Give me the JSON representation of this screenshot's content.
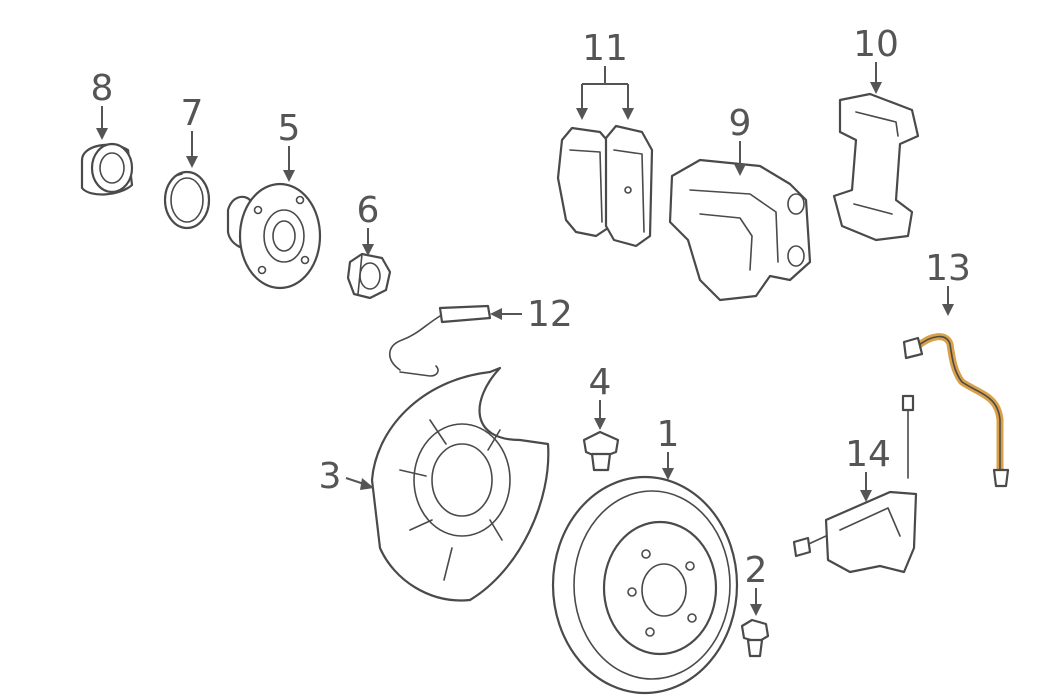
{
  "labels": {
    "p1": "1",
    "p2": "2",
    "p3": "3",
    "p4": "4",
    "p5": "5",
    "p6": "6",
    "p7": "7",
    "p8": "8",
    "p9": "9",
    "p10": "10",
    "p11": "11",
    "p12": "12",
    "p13": "13",
    "p14": "14"
  },
  "colors": {
    "line": "#4a4a4a",
    "label": "#555555",
    "highlight": "#d9a04a",
    "background": "#ffffff"
  }
}
